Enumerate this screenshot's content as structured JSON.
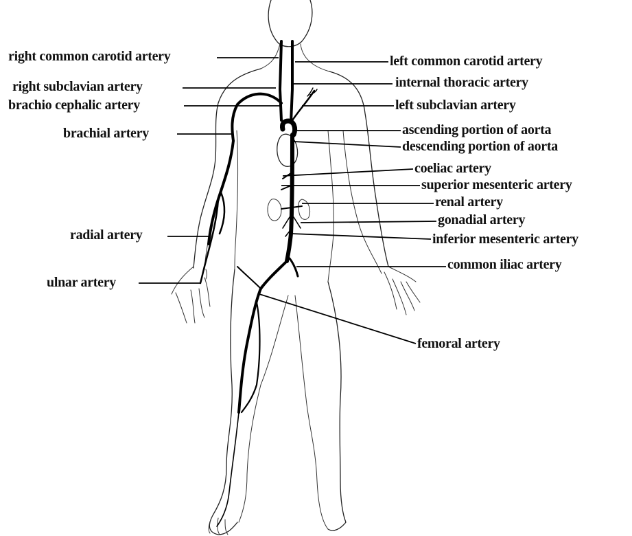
{
  "labels": {
    "right_common_carotid": "right common carotid artery",
    "left_common_carotid": "left common carotid artery",
    "right_subclavian": "right subclavian artery",
    "internal_thoracic": "internal thoracic artery",
    "brachio_cephalic": "brachio cephalic artery",
    "left_subclavian": "left subclavian artery",
    "brachial": "brachial artery",
    "ascending_aorta": "ascending portion of aorta",
    "descending_aorta": "descending portion of aorta",
    "coeliac": "coeliac artery",
    "superior_mesenteric": "superior mesenteric artery",
    "renal": "renal artery",
    "gonadial": "gonadial artery",
    "radial": "radial artery",
    "inferior_mesenteric": "inferior mesenteric artery",
    "common_iliac": "common iliac artery",
    "ulnar": "ulnar artery",
    "femoral": "femoral artery"
  },
  "colors": {
    "ink": "#000000",
    "background": "#ffffff"
  }
}
